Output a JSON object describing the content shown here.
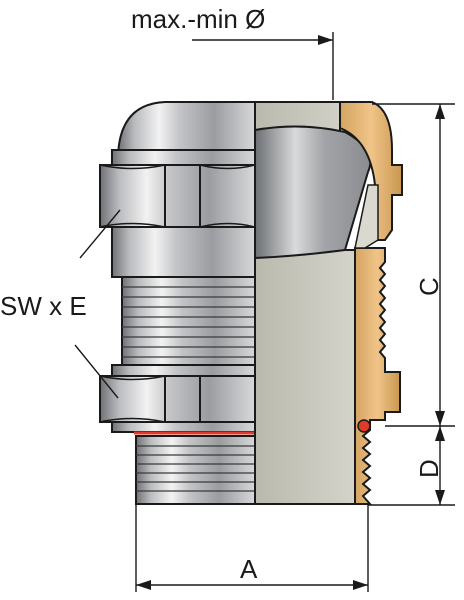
{
  "labels": {
    "diameter": "max.-min Ø",
    "wrench": "SW x E",
    "dim_a": "A",
    "dim_c": "C",
    "dim_d": "D"
  },
  "colors": {
    "chrome_dark": "#7d7f83",
    "chrome_light": "#f4f4f4",
    "brass": "#e7b673",
    "brass_dark": "#b98c4c",
    "insert_gray": "#c9c9bf",
    "seal_red": "#e03a2a",
    "line": "#1a1a1a"
  }
}
